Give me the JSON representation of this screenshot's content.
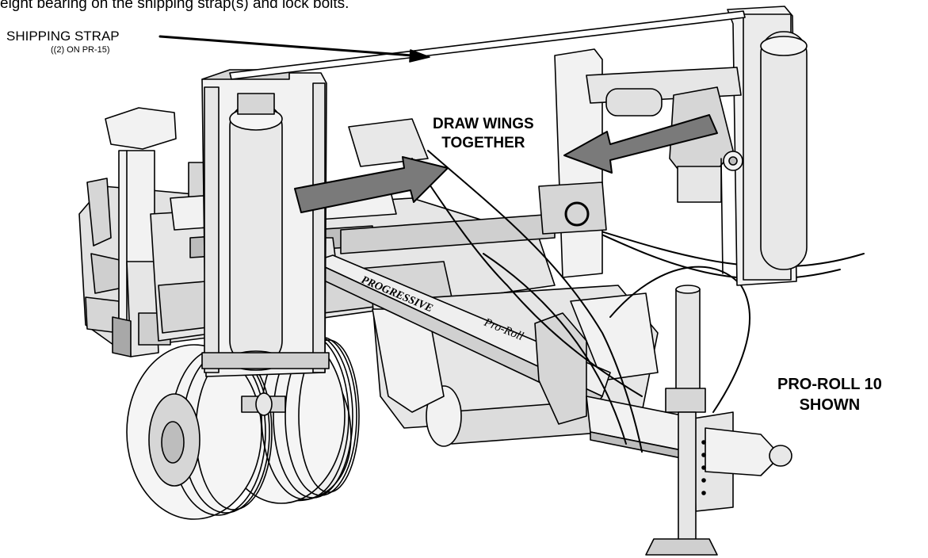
{
  "captions": {
    "intro_text": "eight bearing on the shipping strap(s) and lock bolts.",
    "shipping_strap": "SHIPPING STRAP",
    "shipping_strap_note": "((2) ON PR-15)",
    "draw_wings_line1": "DRAW WINGS",
    "draw_wings_line2": "TOGETHER",
    "model_line1": "PRO-ROLL 10",
    "model_line2": "SHOWN"
  },
  "machine_decals": {
    "brand": "PROGRESSIVE",
    "model": "Pro-Roll"
  },
  "colors": {
    "line": "#000000",
    "metal_light": "#f2f2f2",
    "metal_mid": "#d6d6d6",
    "metal_dark": "#a8a8a8",
    "arrow_fill": "#7a7a7a"
  }
}
